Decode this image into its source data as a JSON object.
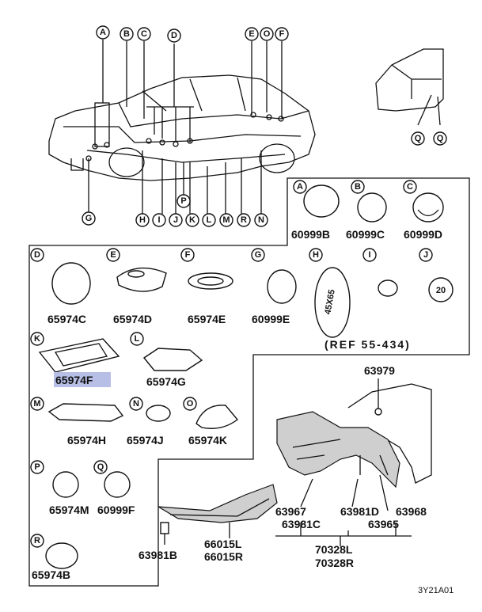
{
  "callouts": {
    "A": "A",
    "B": "B",
    "C": "C",
    "D": "D",
    "E": "E",
    "O": "O",
    "F": "F",
    "G": "G",
    "H": "H",
    "I": "I",
    "J": "J",
    "K": "K",
    "L": "L",
    "M": "M",
    "R": "R",
    "N": "N",
    "P": "P",
    "Q": "Q"
  },
  "parts": {
    "p60999B": "60999B",
    "p60999C": "60999C",
    "p60999D": "60999D",
    "p65974C": "65974C",
    "p65974D": "65974D",
    "p65974E": "65974E",
    "p60999E": "60999E",
    "p65974F": "65974F",
    "p65974G": "65974G",
    "p65974H": "65974H",
    "p65974J": "65974J",
    "p65974K": "65974K",
    "p65974M": "65974M",
    "p60999F": "60999F",
    "p65974B": "65974B",
    "p63979": "63979",
    "p63967": "63967",
    "p63981D": "63981D",
    "p63968": "63968",
    "p63981C": "63981C",
    "p63965": "63965",
    "p70328L": "70328L",
    "p70328R": "70328R",
    "p63981B": "63981B",
    "p66015L": "66015L",
    "p66015R": "66015R"
  },
  "plug_h_text": "45X65",
  "plug_j_text": "20",
  "ref_note": "(REF 55-434)",
  "diagram_code": "3Y21A01",
  "highlight_color": "#b8bfe6"
}
